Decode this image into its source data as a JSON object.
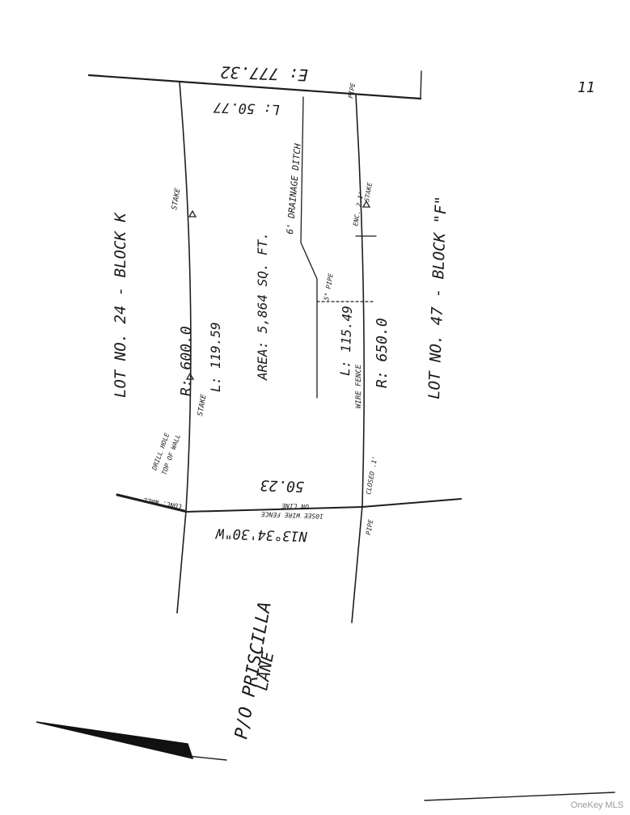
{
  "sheet": {
    "page_number": "11",
    "watermark": "OneKey MLS"
  },
  "plot": {
    "north_boundary": {
      "bearing": "E: 777.32",
      "length": "L: 50.77"
    },
    "west_side": {
      "lot_label": "LOT NO. 24 - BLOCK K",
      "radius": "R: 600.0",
      "length": "L: 119.59",
      "stake_top": "STAKE",
      "stake_bottom": "STAKE"
    },
    "center": {
      "area": "AREA: 5,864 SQ. FT.",
      "drainage_ditch": "6' DRAINAGE DITCH",
      "pipe": "5\" PIPE"
    },
    "east_side": {
      "lot_label": "LOT NO. 47 - BLOCK \"F\"",
      "radius": "R: 650.0",
      "length": "L: 115.49",
      "fence": "WIRE FENCE",
      "pipe_top": "PIPE",
      "stake": "STAKE",
      "encroachment": "ENC. 2.1'"
    },
    "south_boundary": {
      "length": "50.23",
      "bearing": "N13°34'30\"W",
      "fence_note": "ON LINE",
      "fence_note2": "10SEE WIRE FENCE",
      "corner_note": "TOP OF WALL",
      "corner_note2": "DRILL HOLE",
      "pipe": "PIPE",
      "corner_east": "CLOSED .1'",
      "wall": "CONC. WALL"
    },
    "street": {
      "label": "P/O PRISCILLA",
      "label2": "LANE"
    }
  }
}
